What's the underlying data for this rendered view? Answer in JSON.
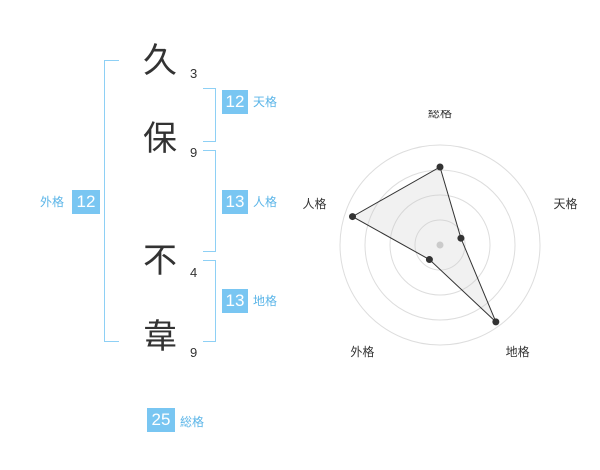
{
  "name": {
    "characters": [
      {
        "char": "久",
        "strokes": "3"
      },
      {
        "char": "保",
        "strokes": "9"
      },
      {
        "char": "不",
        "strokes": "4"
      },
      {
        "char": "韋",
        "strokes": "9"
      }
    ]
  },
  "kakusu": {
    "tenkaku": {
      "value": "12",
      "label": "天格"
    },
    "jinkaku": {
      "value": "13",
      "label": "人格"
    },
    "chikaku": {
      "value": "13",
      "label": "地格"
    },
    "gaikaku": {
      "value": "12",
      "label": "外格"
    },
    "soukaku": {
      "value": "25",
      "label": "総格"
    }
  },
  "colors": {
    "accent": "#79c6f2",
    "bracket": "#8ed0f5",
    "text": "#333333"
  },
  "chart_data": {
    "type": "radar",
    "axes": [
      "総格",
      "天格",
      "地格",
      "外格",
      "人格"
    ],
    "series": [
      {
        "values": [
          0.78,
          0.22,
          0.95,
          0.18,
          0.92
        ]
      }
    ],
    "range": [
      0,
      1
    ],
    "rings": 4
  }
}
